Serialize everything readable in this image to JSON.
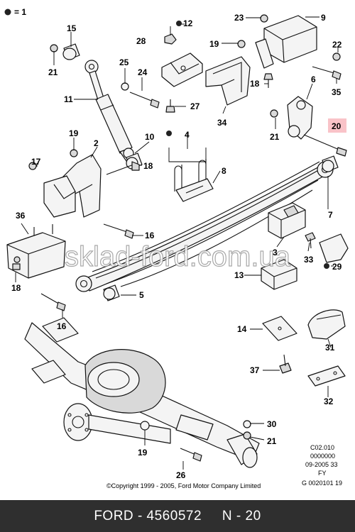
{
  "legend": {
    "symbol_label": "= 1"
  },
  "callouts": [
    {
      "id": "15",
      "label": "15"
    },
    {
      "id": "21a",
      "label": "21"
    },
    {
      "id": "28",
      "label": "28"
    },
    {
      "id": "12",
      "label": "12"
    },
    {
      "id": "23",
      "label": "23"
    },
    {
      "id": "9",
      "label": "9"
    },
    {
      "id": "19a",
      "label": "19"
    },
    {
      "id": "22",
      "label": "22"
    },
    {
      "id": "25",
      "label": "25"
    },
    {
      "id": "24",
      "label": "24"
    },
    {
      "id": "11",
      "label": "11"
    },
    {
      "id": "27",
      "label": "27"
    },
    {
      "id": "18a",
      "label": "18"
    },
    {
      "id": "34",
      "label": "34"
    },
    {
      "id": "6",
      "label": "6"
    },
    {
      "id": "35",
      "label": "35"
    },
    {
      "id": "21b",
      "label": "21"
    },
    {
      "id": "20",
      "label": "20"
    },
    {
      "id": "19b",
      "label": "19"
    },
    {
      "id": "2",
      "label": "2"
    },
    {
      "id": "10",
      "label": "10"
    },
    {
      "id": "4",
      "label": "4"
    },
    {
      "id": "17",
      "label": "17"
    },
    {
      "id": "18b",
      "label": "18"
    },
    {
      "id": "8",
      "label": "8"
    },
    {
      "id": "7",
      "label": "7"
    },
    {
      "id": "36",
      "label": "36"
    },
    {
      "id": "16a",
      "label": "16"
    },
    {
      "id": "3",
      "label": "3"
    },
    {
      "id": "33",
      "label": "33"
    },
    {
      "id": "29",
      "label": "29"
    },
    {
      "id": "18c",
      "label": "18"
    },
    {
      "id": "13",
      "label": "13"
    },
    {
      "id": "16b",
      "label": "16"
    },
    {
      "id": "5",
      "label": "5"
    },
    {
      "id": "14",
      "label": "14"
    },
    {
      "id": "31",
      "label": "31"
    },
    {
      "id": "37",
      "label": "37"
    },
    {
      "id": "32",
      "label": "32"
    },
    {
      "id": "30",
      "label": "30"
    },
    {
      "id": "21c",
      "label": "21"
    },
    {
      "id": "19c",
      "label": "19"
    },
    {
      "id": "26",
      "label": "26"
    }
  ],
  "info_block": {
    "line1": "C02.010",
    "line2": "0000000",
    "line3": "09-2005 33",
    "line4": "FY",
    "line5": "G 0020101 19"
  },
  "copyright": "©Copyright 1999 - 2005, Ford Motor Company Limited",
  "watermark": "sklad-ford.com.ua",
  "footer": {
    "brand": "FORD",
    "separator": "-",
    "part_number": "4560572",
    "ref_label": "N - 20"
  },
  "colors": {
    "highlight": "#f9c3c8",
    "footer_bg": "#2f2f2f"
  }
}
